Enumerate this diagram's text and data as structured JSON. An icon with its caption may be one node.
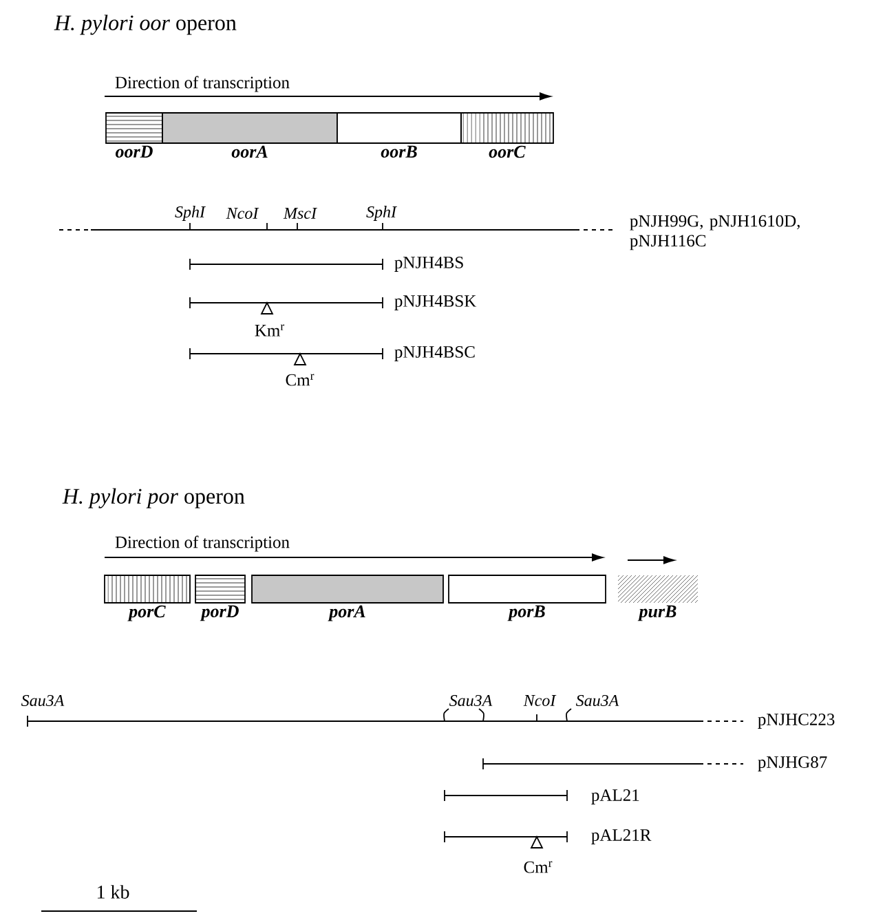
{
  "diagram": {
    "nodes": [
      {
        "text": [
          "*oorD*"
        ]
      },
      {
        "text": [
          "*oorA*"
        ]
      },
      {
        "text": [
          "*oorB*"
        ]
      },
      {
        "text": [
          "*oorC*"
        ]
      },
      {
        "text": [
          "*porC*"
        ]
      },
      {
        "text": [
          "*porD*"
        ]
      },
      {
        "text": [
          "*porA*"
        ]
      },
      {
        "text": [
          "*porB*"
        ]
      },
      {
        "text": [
          "*purB*"
        ]
      }
    ],
    "labels": [
      "*H. pylori oor* operon",
      "Direction of transcription",
      "SphI",
      "NcoI",
      "MscI",
      "SphI",
      "pNJH99G, pNJH1610D, pNJH116C",
      "pNJH4BS",
      "pNJH4BSK",
      "Km$^{r}$",
      "pNJH4BSC",
      "Cm$^{r}$",
      "*H. pylori por* operon",
      "Direction of transcription",
      "Sau3A",
      "Sau3A",
      "NcoI",
      "Sau3A",
      "pNJHC223",
      "pNJHG87",
      "pAL21",
      "pAL21R",
      "Cm$^{r}$",
      "1 kb"
    ]
  }
}
